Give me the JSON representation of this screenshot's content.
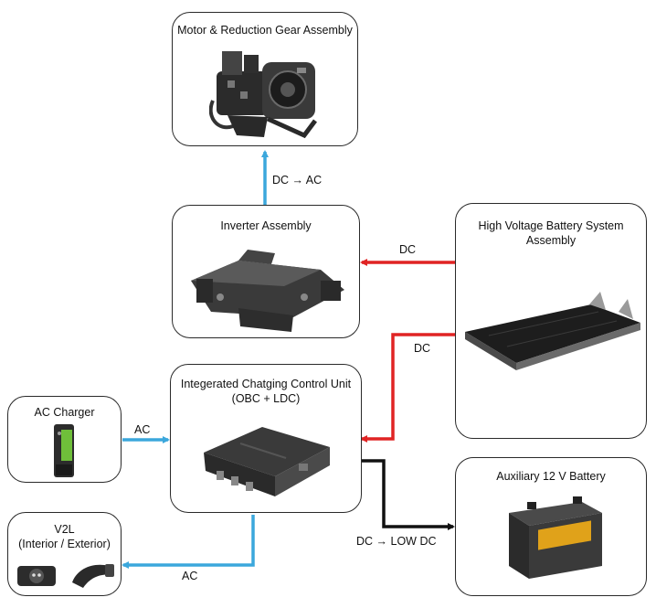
{
  "nodes": {
    "motor": {
      "title": "Motor & Reduction Gear Assembly"
    },
    "inverter": {
      "title": "Inverter Assembly"
    },
    "battery": {
      "title_line1": "High Voltage Battery System",
      "title_line2": "Assembly"
    },
    "iccu": {
      "title_line1": "Integerated Chatging Control Unit",
      "title_line2": "(OBC + LDC)"
    },
    "ac_charger": {
      "title": "AC Charger"
    },
    "aux_battery": {
      "title": "Auxiliary 12 V Battery"
    },
    "v2l": {
      "title_line1": "V2L",
      "title_line2": "(Interior / Exterior)"
    }
  },
  "edges": {
    "inverter_to_motor": {
      "label": "DC → AC",
      "color": "#3ba7dc"
    },
    "battery_to_inverter": {
      "label": "DC",
      "color": "#e02424"
    },
    "battery_iccu": {
      "label": "DC",
      "color": "#e02424"
    },
    "charger_to_iccu": {
      "label": "AC",
      "color": "#3ba7dc"
    },
    "iccu_to_v2l": {
      "label": "AC",
      "color": "#3ba7dc"
    },
    "iccu_to_aux": {
      "label": "DC → LOW DC",
      "color": "#111111"
    }
  }
}
